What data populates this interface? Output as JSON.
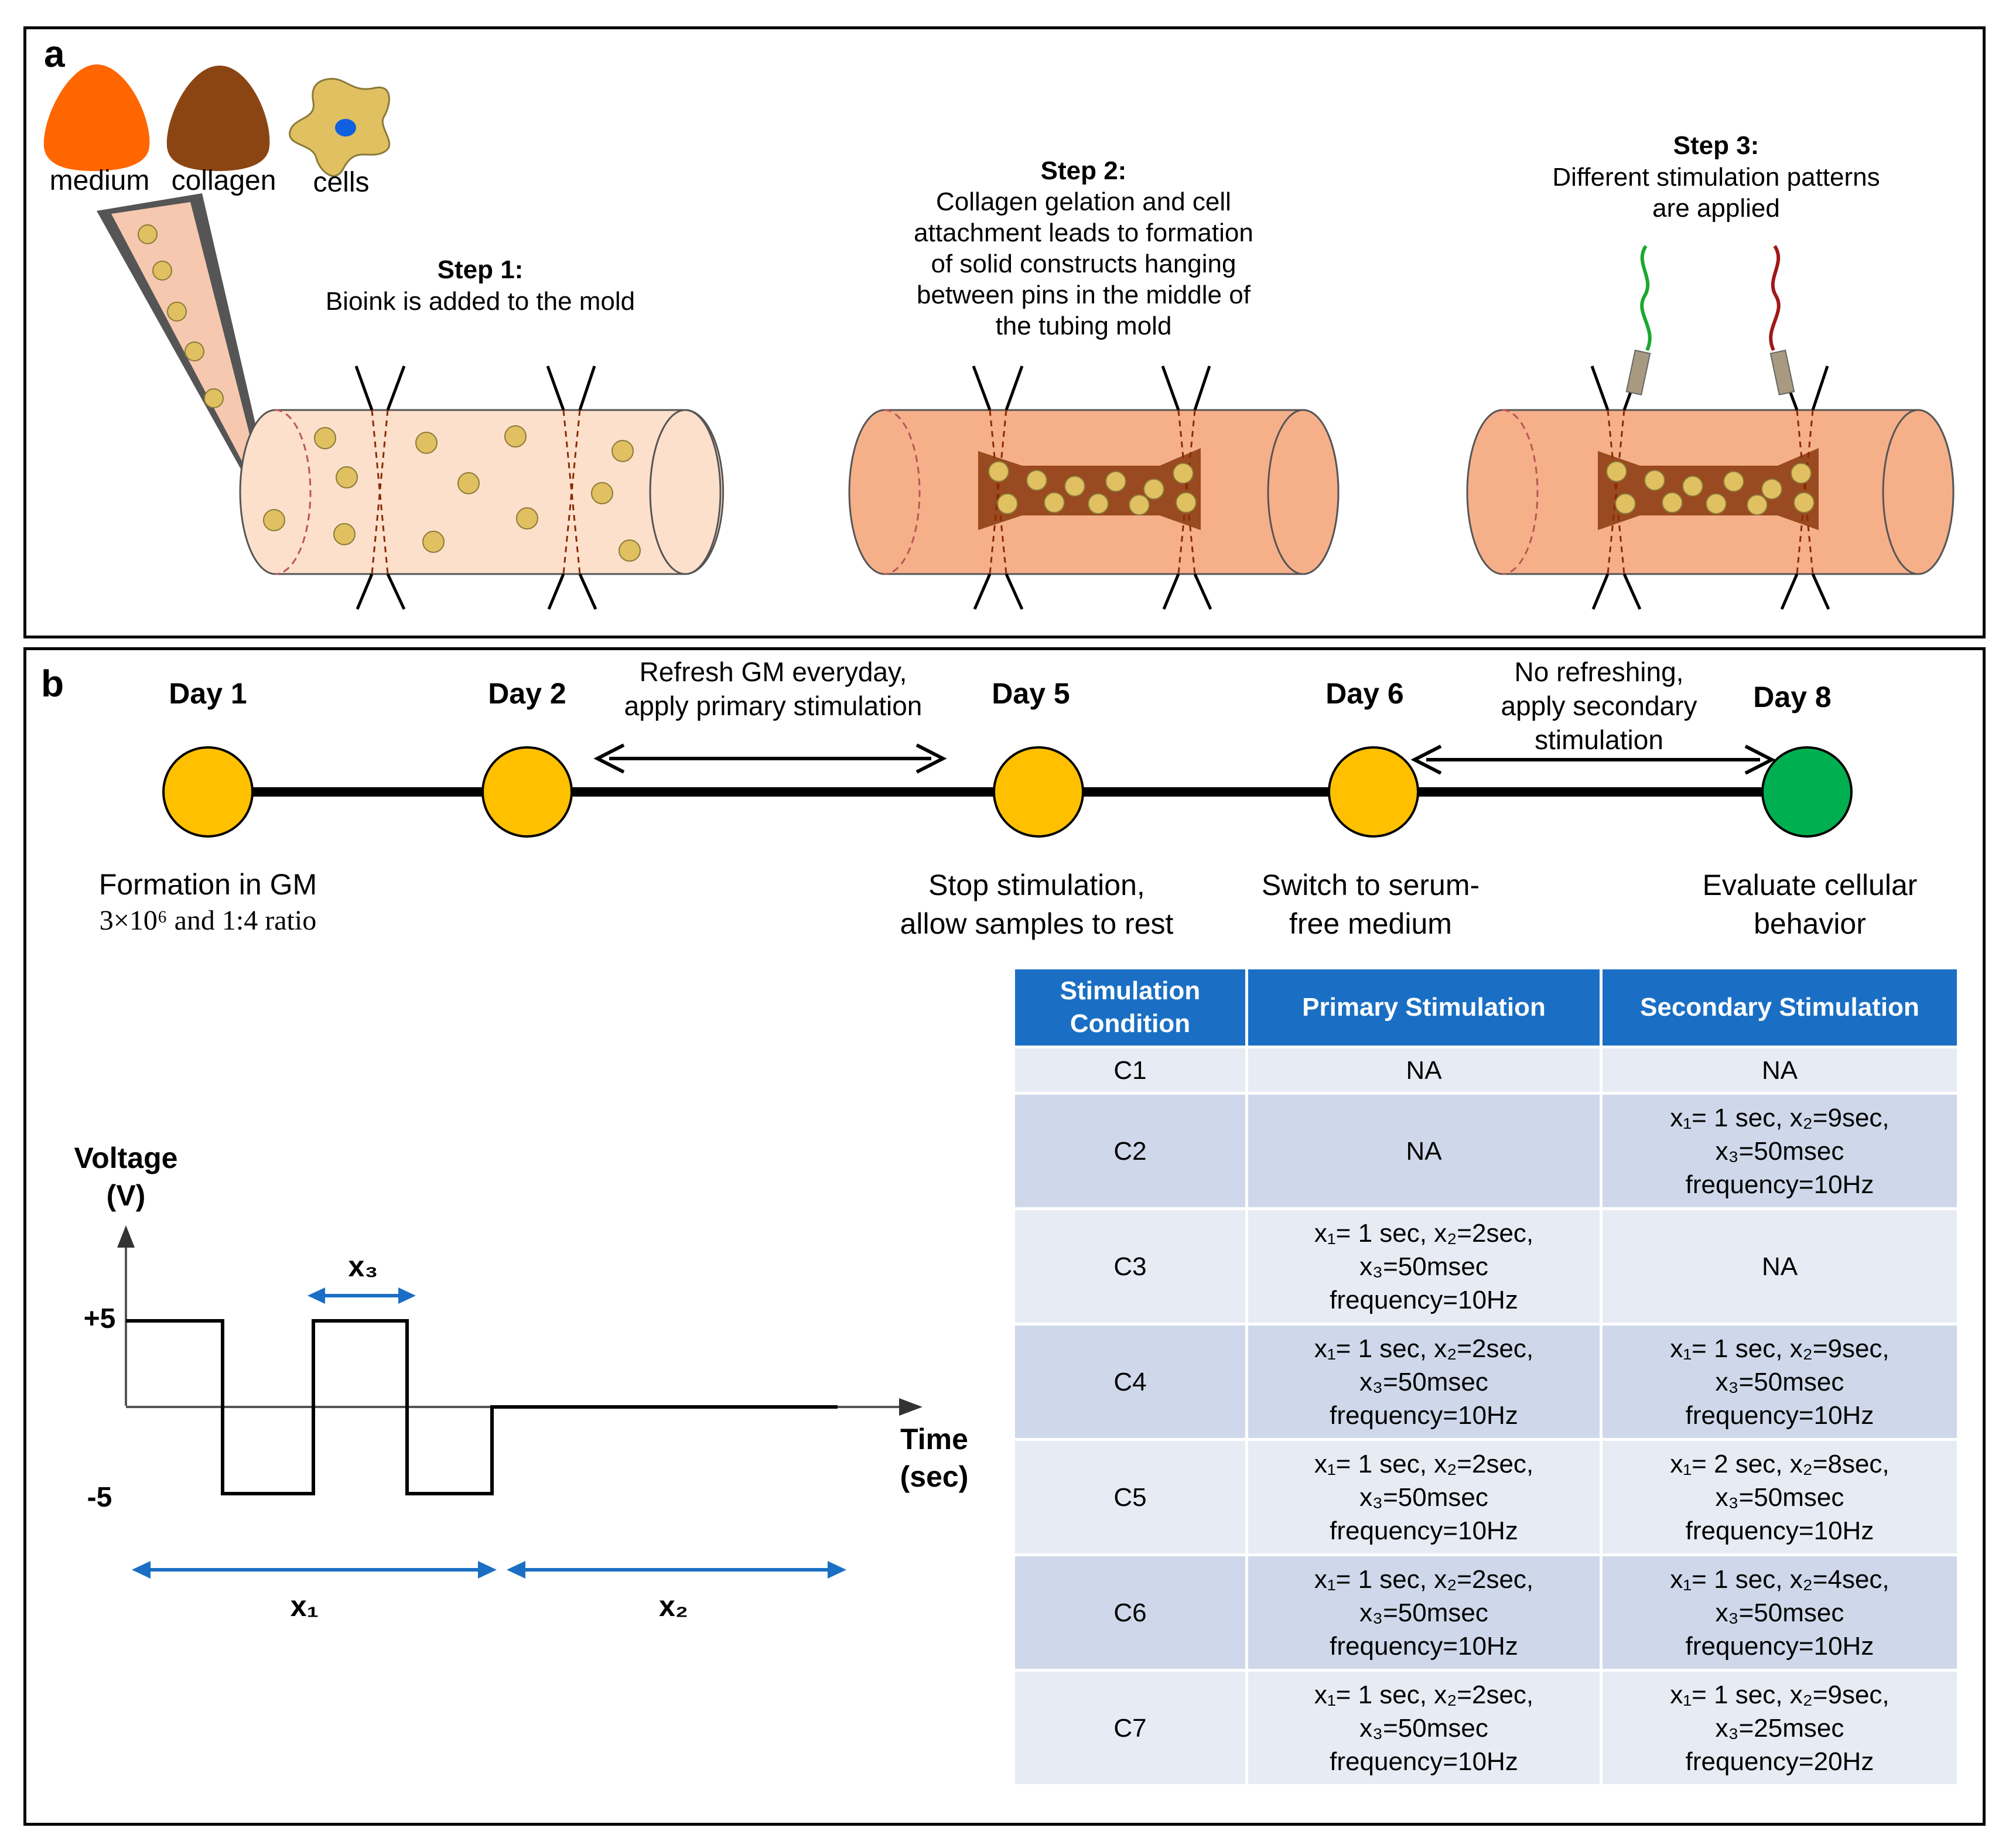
{
  "panel_a": {
    "letter": "a",
    "ingredients": [
      "medium",
      "collagen",
      "cells"
    ],
    "step1": {
      "title": "Step 1:",
      "desc": "Bioink is added to the mold"
    },
    "step2": {
      "title": "Step 2:",
      "desc": "Collagen gelation and cell\nattachment leads to formation\nof solid constructs hanging\nbetween pins in the middle of\nthe tubing mold"
    },
    "step3": {
      "title": "Step 3:",
      "desc": "Different stimulation patterns\nare applied"
    },
    "colors": {
      "medium": "#ff6600",
      "collagen": "#8b4513",
      "cells": "#e0c060",
      "tube_light": "#fde0cc",
      "tube_dark": "#f5b08a",
      "wire_green": "#1aa830",
      "wire_red": "#a01818"
    }
  },
  "panel_b": {
    "letter": "b",
    "days": [
      {
        "label": "Day 1",
        "below": "Formation  in GM",
        "note": "3×10⁶ and 1:4 ratio",
        "color": "#ffc000"
      },
      {
        "label": "Day 2",
        "below": "",
        "note": "",
        "color": "#ffc000"
      },
      {
        "label": "Day 5",
        "below": "Stop stimulation,\nallow samples to rest",
        "note": "",
        "color": "#ffc000"
      },
      {
        "label": "Day 6",
        "below": "Switch to serum-\nfree medium",
        "note": "",
        "color": "#ffc000"
      },
      {
        "label": "Day 8",
        "below": "Evaluate cellular\nbehavior",
        "note": "",
        "color": "#00b050"
      }
    ],
    "interval_primary": "Refresh GM everyday,\napply primary stimulation",
    "interval_secondary": "No refreshing,\napply secondary\nstimulation",
    "waveform": {
      "y_axis_label": "Voltage\n(V)",
      "x_axis_label": "Time\n(sec)",
      "y_ticks": [
        "+5",
        "-5"
      ],
      "levels": [
        5,
        -5
      ],
      "x1": "x₁",
      "x2": "x₂",
      "x3": "x₃"
    },
    "table": {
      "headers": [
        "Stimulation\nCondition",
        "Primary Stimulation",
        "Secondary Stimulation"
      ],
      "rows": [
        {
          "condition": "C1",
          "primary": [
            "NA"
          ],
          "secondary": [
            "NA"
          ]
        },
        {
          "condition": "C2",
          "primary": [
            "NA"
          ],
          "secondary": [
            "x₁= 1 sec, x₂=9sec,",
            "x₃=50msec",
            "frequency=10Hz"
          ]
        },
        {
          "condition": "C3",
          "primary": [
            "x₁= 1 sec, x₂=2sec,",
            "x₃=50msec",
            "frequency=10Hz"
          ],
          "secondary": [
            "NA"
          ]
        },
        {
          "condition": "C4",
          "primary": [
            "x₁= 1 sec, x₂=2sec,",
            "x₃=50msec",
            "frequency=10Hz"
          ],
          "secondary": [
            "x₁= 1 sec, x₂=9sec,",
            "x₃=50msec",
            "frequency=10Hz"
          ]
        },
        {
          "condition": "C5",
          "primary": [
            "x₁= 1 sec, x₂=2sec,",
            "x₃=50msec",
            "frequency=10Hz"
          ],
          "secondary": [
            "x₁= 2 sec, x₂=8sec,",
            "x₃=50msec",
            "frequency=10Hz"
          ]
        },
        {
          "condition": "C6",
          "primary": [
            "x₁= 1 sec, x₂=2sec,",
            "x₃=50msec",
            "frequency=10Hz"
          ],
          "secondary": [
            "x₁= 1 sec, x₂=4sec,",
            "x₃=50msec",
            "frequency=10Hz"
          ]
        },
        {
          "condition": "C7",
          "primary": [
            "x₁= 1 sec, x₂=2sec,",
            "x₃=50msec",
            "frequency=10Hz"
          ],
          "secondary": [
            "x₁= 1 sec, x₂=9sec,",
            "x₃=25msec",
            "frequency=20Hz"
          ]
        }
      ],
      "colors": {
        "header": "#1a6fc4",
        "row_light": "#e7ebf4",
        "row_dark": "#ced8ea"
      }
    }
  }
}
